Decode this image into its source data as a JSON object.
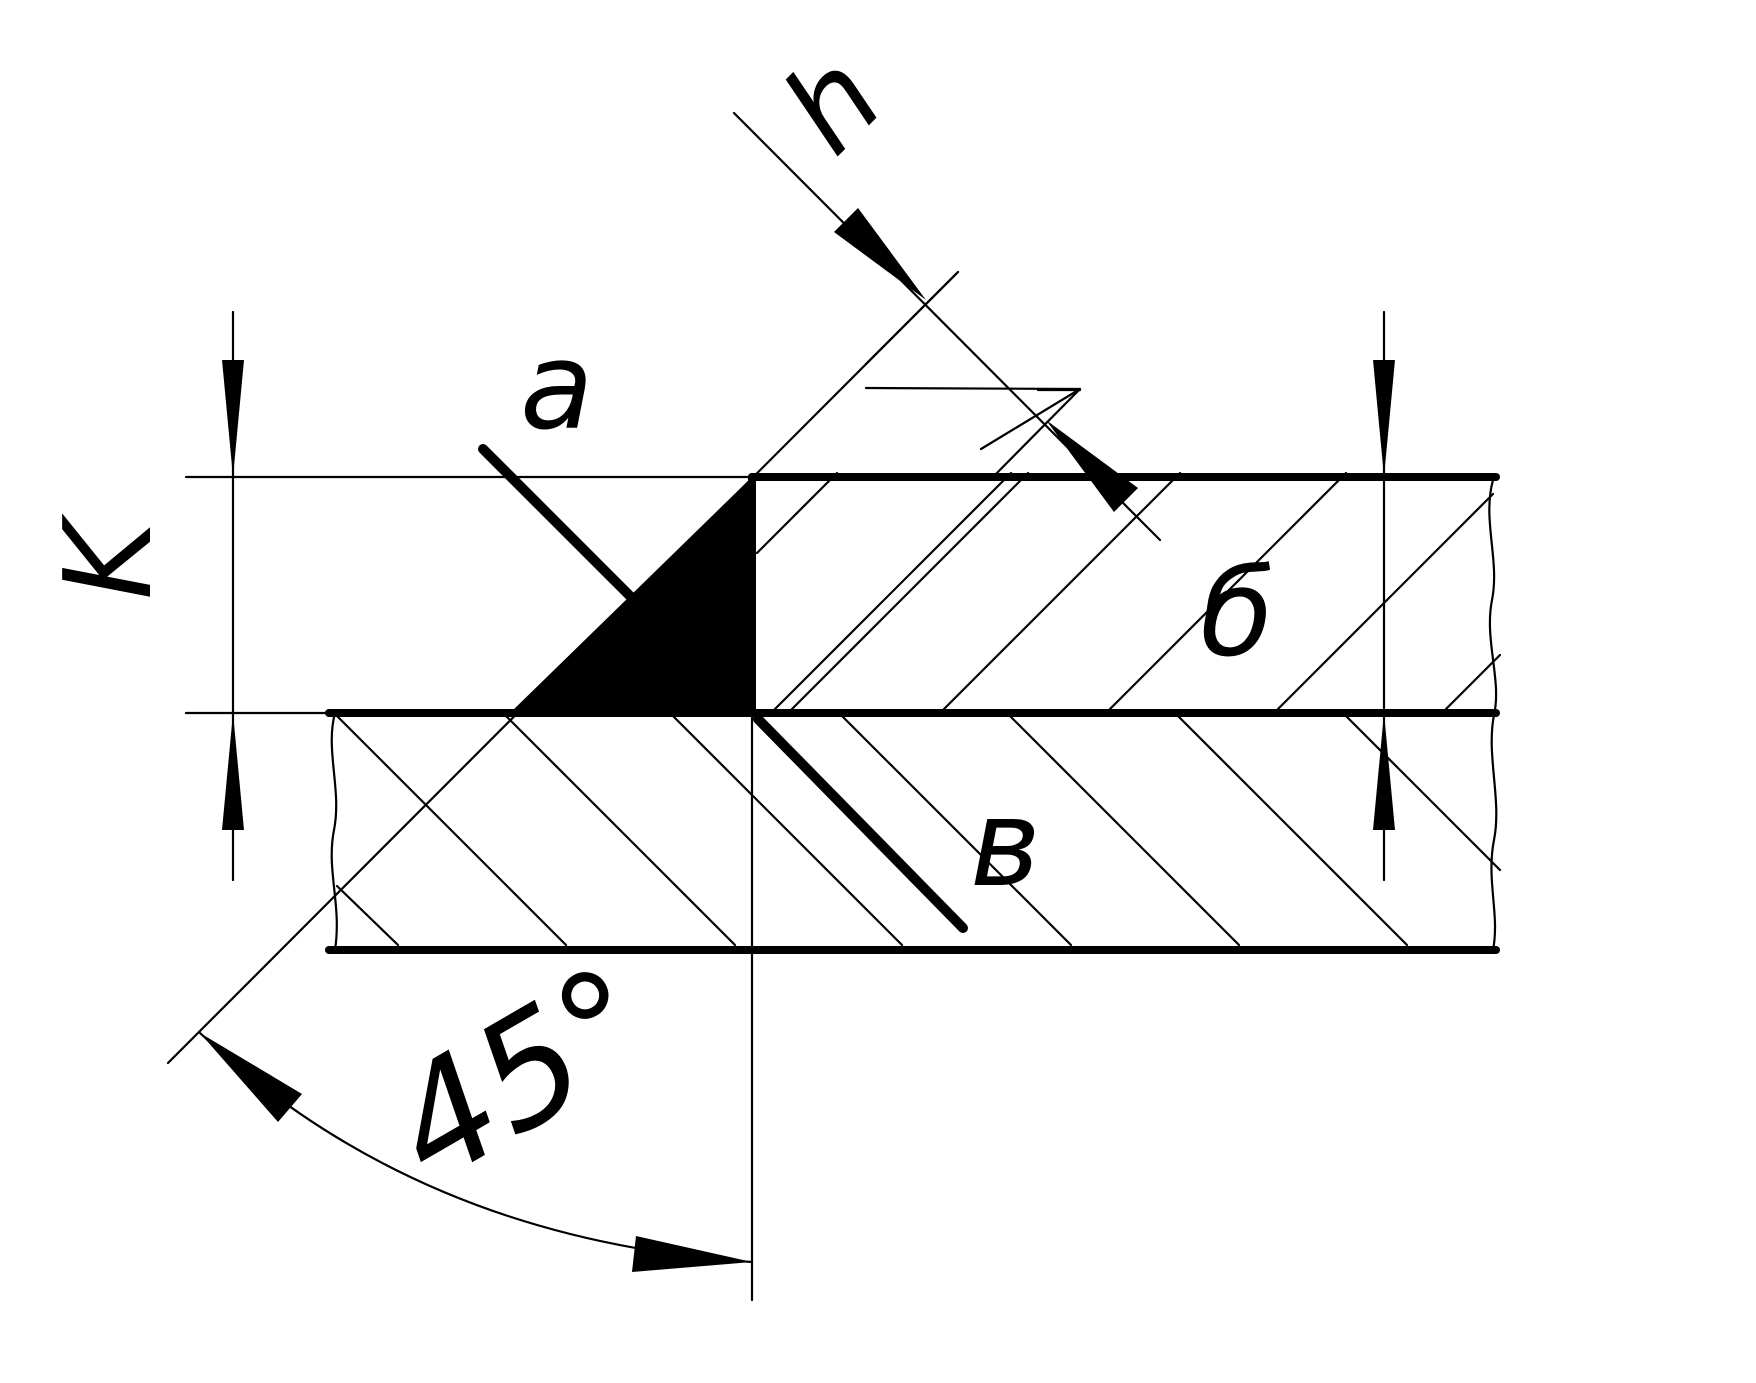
{
  "diagram": {
    "labels": {
      "a": "a",
      "b": "б",
      "v": "в",
      "k": "K",
      "h": "h",
      "angle": "45°"
    }
  }
}
